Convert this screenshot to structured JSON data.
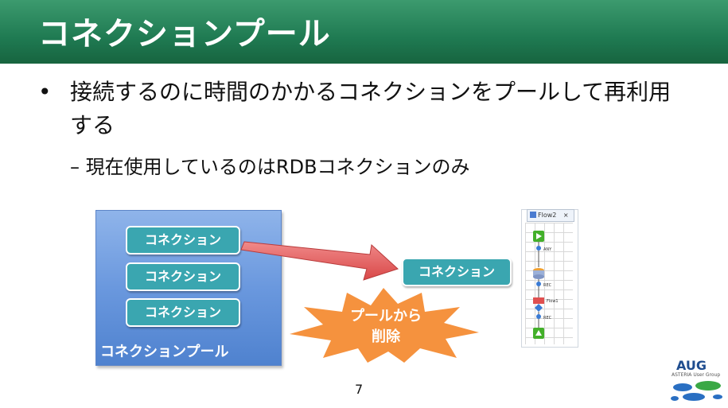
{
  "slide": {
    "title": "コネクションプール",
    "bullet1": "接続するのに時間のかかるコネクションをプールして再利用する",
    "bullet2": "– 現在使用しているのはRDBコネクションのみ",
    "page_number": "7"
  },
  "diagram": {
    "connection_label": "コネクション",
    "pool_label": "コネクションプール",
    "removed_connection_label": "コネクション",
    "burst_line1": "プールから",
    "burst_line2": "削除"
  },
  "flow_panel": {
    "tab_label": "Flow2",
    "close_glyph": "×",
    "node_labels": [
      "ANY",
      "REC",
      "Flow1",
      "REC"
    ]
  },
  "logo": {
    "text": "AUG",
    "subtext": "ASTERIA User Group"
  },
  "colors": {
    "title_bar": "#1f7a52",
    "connection_box": "#3aa6b0",
    "pool_box": "#6a98de",
    "arrow": "#e05c5c",
    "burst": "#f5923e"
  }
}
